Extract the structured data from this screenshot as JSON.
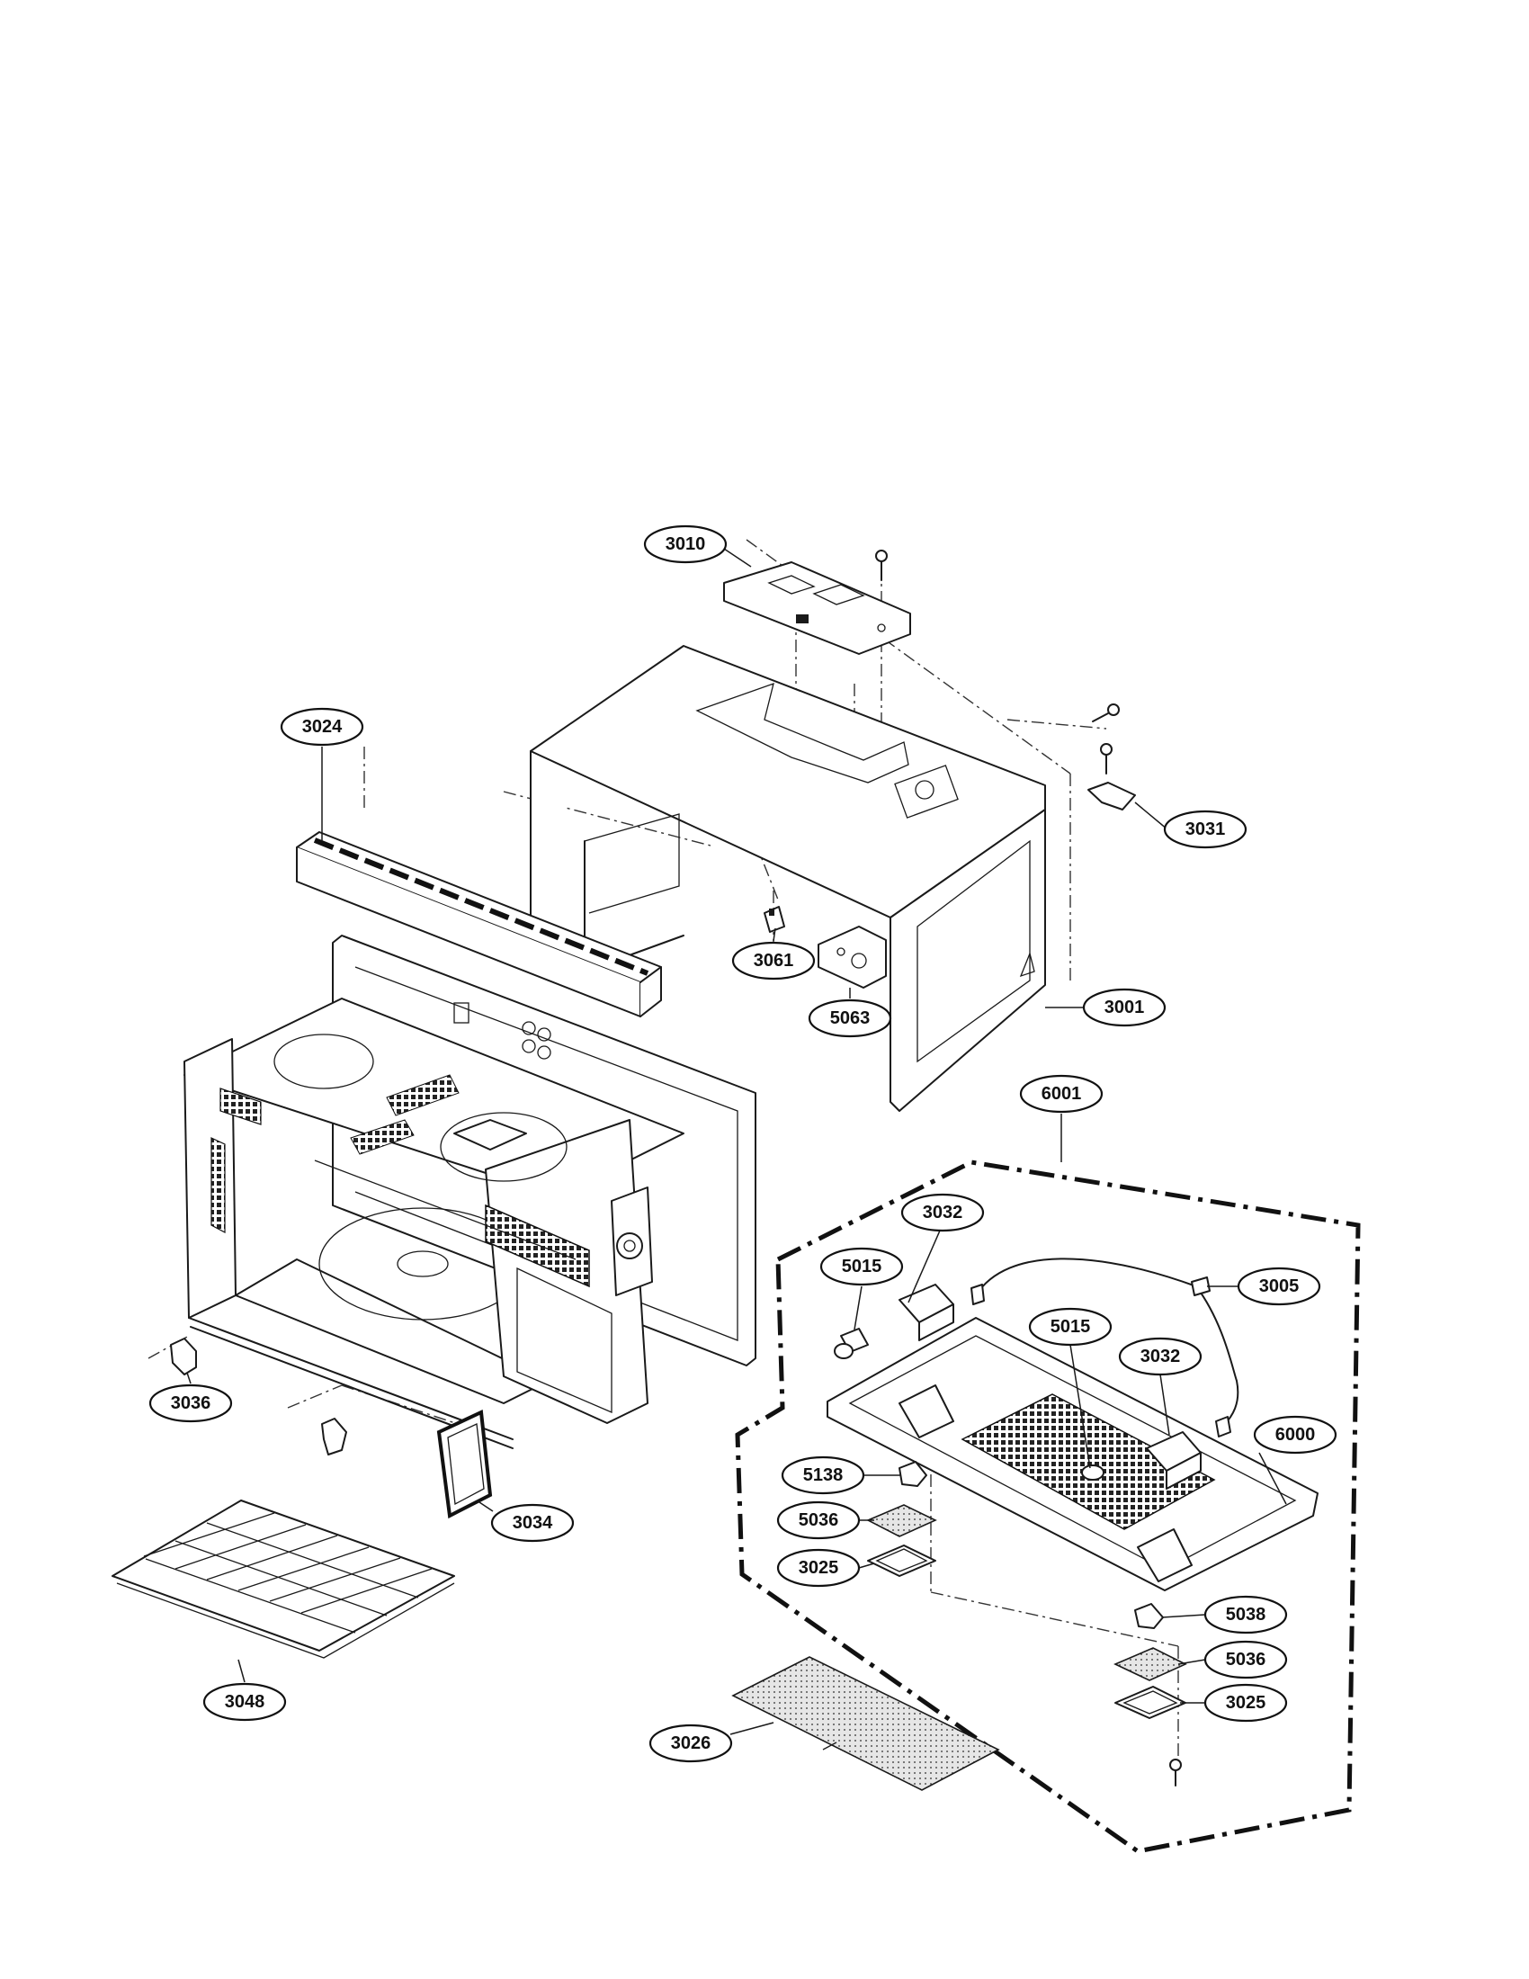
{
  "labels": {
    "l3010": "3010",
    "l3024": "3024",
    "l3031": "3031",
    "l3001": "3001",
    "l3061": "3061",
    "l5063": "5063",
    "l6001": "6001",
    "l3032a": "3032",
    "l3005": "3005",
    "l5015a": "5015",
    "l5015b": "5015",
    "l3032b": "3032",
    "l6000": "6000",
    "l3036": "3036",
    "l5138": "5138",
    "l5036a": "5036",
    "l3025a": "3025",
    "l3034": "3034",
    "l5038": "5038",
    "l5036b": "5036",
    "l3025b": "3025",
    "l3048": "3048",
    "l3026": "3026"
  }
}
